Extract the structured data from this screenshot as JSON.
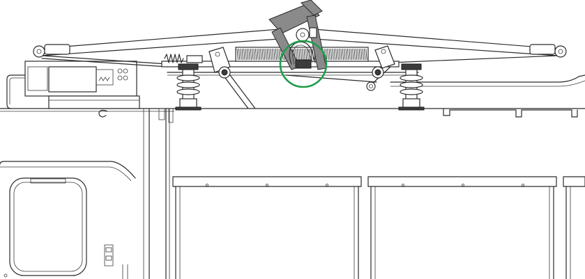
{
  "colors": {
    "background": "#ffffff",
    "line": "#2b2b2b",
    "highlight": "#1f9d4a",
    "dark_part": "#3c3c3c",
    "mid_part": "#8a8a8a"
  },
  "components": {
    "pantograph": "pantograph-frame",
    "spring": "spring-coil",
    "insulators": [
      "insulator-left",
      "insulator-right"
    ],
    "highlight": "highlight-circle",
    "panels": [
      "roof-panel-1",
      "roof-panel-2",
      "roof-panel-3"
    ],
    "door": "cab-door"
  }
}
